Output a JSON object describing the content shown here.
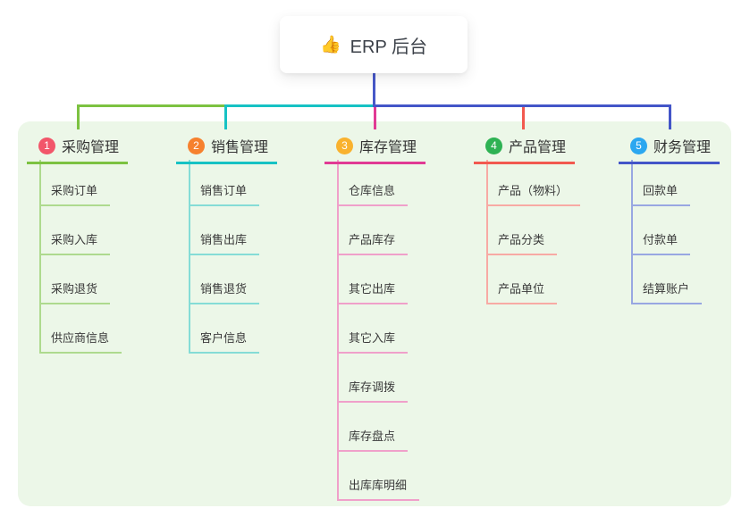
{
  "canvas": {
    "background": "#ffffff",
    "panel_bg": "#ecf7e8"
  },
  "root": {
    "label": "ERP 后台",
    "icon": "thumbs-up-icon",
    "icon_color": "#f4c033",
    "stem_color": "#4758c8"
  },
  "branches": [
    {
      "badge": "1",
      "label": "采购管理",
      "badge_color": "#f2566a",
      "line_color": "#7cc241",
      "child_line_color": "#aeda8e",
      "children": [
        "采购订单",
        "采购入库",
        "采购退货",
        "供应商信息"
      ]
    },
    {
      "badge": "2",
      "label": "销售管理",
      "badge_color": "#f6812e",
      "line_color": "#16c2c4",
      "child_line_color": "#85dcd6",
      "children": [
        "销售订单",
        "销售出库",
        "销售退货",
        "客户信息"
      ]
    },
    {
      "badge": "3",
      "label": "库存管理",
      "badge_color": "#f9b22e",
      "line_color": "#e13a94",
      "child_line_color": "#f0a0ca",
      "children": [
        "仓库信息",
        "产品库存",
        "其它出库",
        "其它入库",
        "库存调拨",
        "库存盘点",
        "出库库明细"
      ]
    },
    {
      "badge": "4",
      "label": "产品管理",
      "badge_color": "#2eb253",
      "line_color": "#f2594f",
      "child_line_color": "#f8aaa4",
      "children": [
        "产品（物料）",
        "产品分类",
        "产品单位"
      ]
    },
    {
      "badge": "5",
      "label": "财务管理",
      "badge_color": "#2ba7f0",
      "line_color": "#4355c8",
      "child_line_color": "#98a7e2",
      "children": [
        "回款单",
        "付款单",
        "结算账户"
      ]
    }
  ]
}
